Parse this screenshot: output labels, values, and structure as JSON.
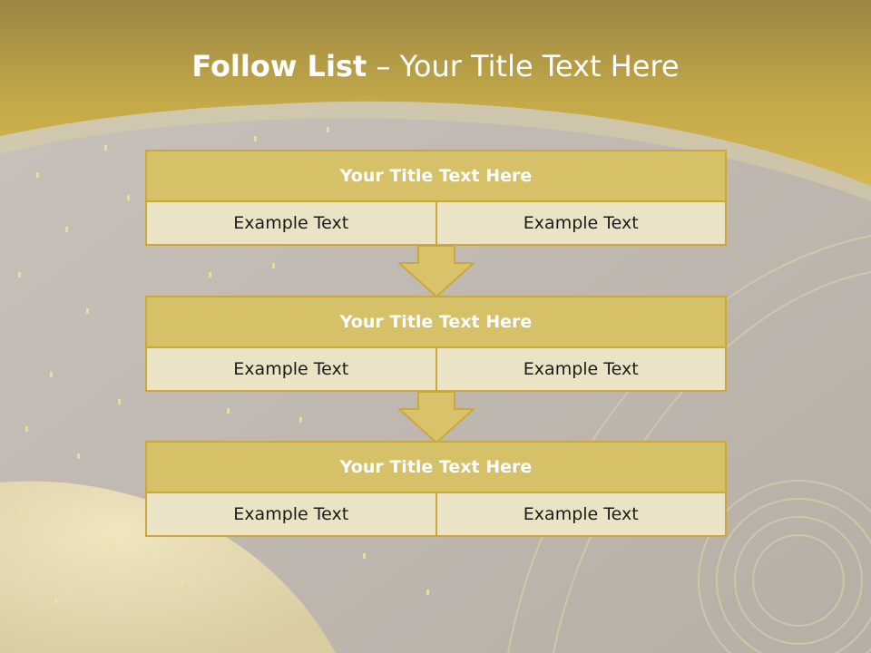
{
  "slide": {
    "title_bold": "Follow List",
    "title_rest": " – Your Title Text Here"
  },
  "steps": [
    {
      "title": "Your Title Text Here",
      "left": "Example Text",
      "right": "Example Text"
    },
    {
      "title": "Your Title Text Here",
      "left": "Example Text",
      "right": "Example Text"
    },
    {
      "title": "Your Title Text Here",
      "left": "Example Text",
      "right": "Example Text"
    }
  ],
  "colors": {
    "header_gold": "#c9b24d",
    "box_head": "#d7c168",
    "box_border": "#c8a93c",
    "box_body": "#ebe3c6",
    "arrow_fill": "#d9c26a"
  }
}
